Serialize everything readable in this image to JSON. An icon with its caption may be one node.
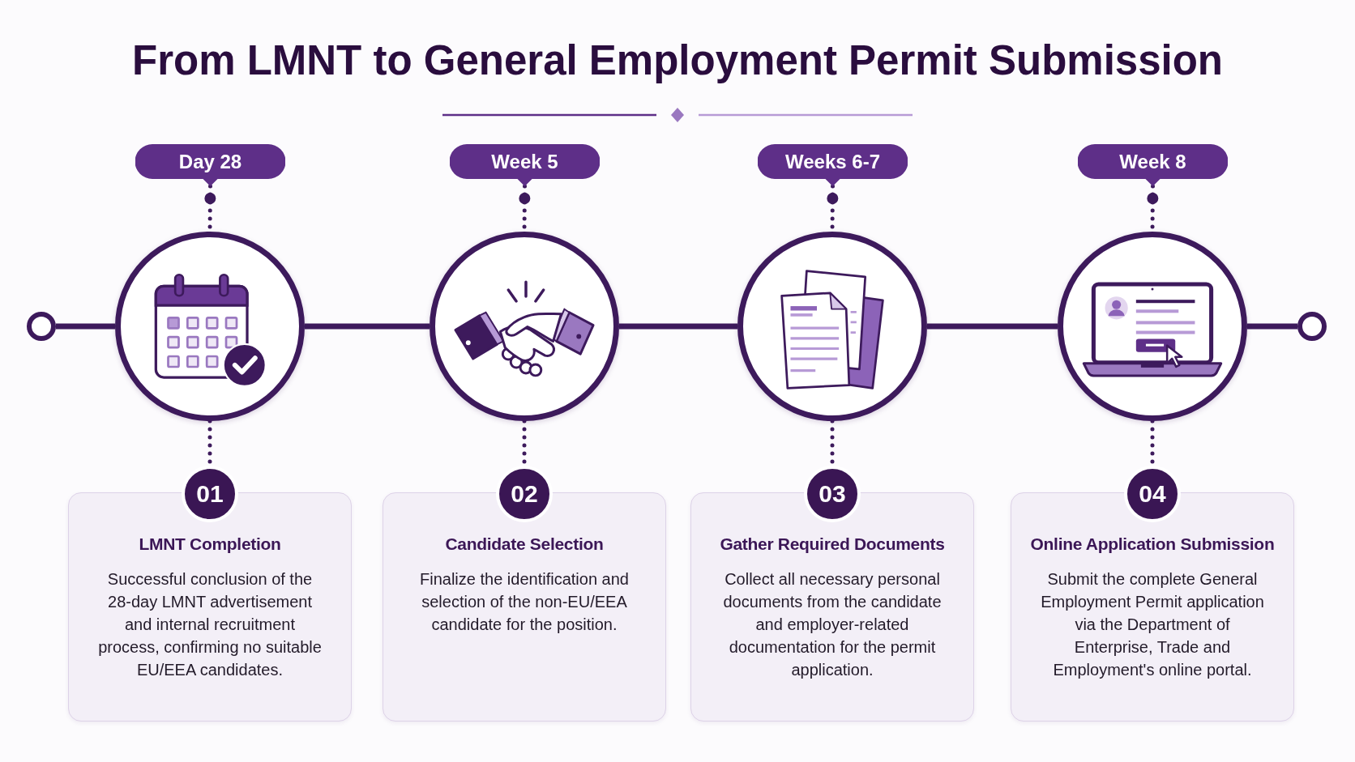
{
  "diagram": {
    "title": "From LMNT to General Employment Permit Submission",
    "nodes": [
      {
        "text": [],
        "shape": "circle"
      },
      {
        "text": [
          "Day 28"
        ]
      },
      {
        "text": [],
        "shape": "picture"
      },
      {
        "text": [
          "01"
        ]
      },
      {
        "text": [
          "LMNT Completion",
          "Successful conclusion of the 28-day LMNT advertisement and internal recruitment process, confirming no suitable EU/EEA candidates."
        ]
      },
      {
        "text": [
          "Week 5"
        ]
      },
      {
        "text": [],
        "shape": "picture"
      },
      {
        "text": [
          "02"
        ]
      },
      {
        "text": [
          "Candidate Selection",
          "Finalize the identification and selection of the non-EU/EEA candidate for the position."
        ]
      },
      {
        "text": [
          "Weeks 6-7"
        ]
      },
      {
        "text": [],
        "shape": "picture"
      },
      {
        "text": [
          "03"
        ]
      },
      {
        "text": [
          "Gather Required Documents",
          "Collect all necessary personal documents from the candidate and employer-related documentation for the permit application."
        ]
      },
      {
        "text": [
          "Week 8"
        ]
      },
      {
        "text": [],
        "shape": "picture"
      },
      {
        "text": [
          "04"
        ]
      },
      {
        "text": [
          "Online Application Submission",
          "Submit the complete General Employment Permit application via the Department of Enterprise, Trade and Employment's online portal."
        ]
      },
      {
        "text": [],
        "shape": "circle"
      }
    ],
    "edges": [
      {
        "from": 0,
        "to": 2,
        "arrow": "none"
      },
      {
        "from": 1,
        "to": 2,
        "arrow": "other",
        "style": "dashed"
      },
      {
        "from": 2,
        "to": 3,
        "arrow": "none",
        "style": "dashed"
      },
      {
        "from": 2,
        "to": 6,
        "arrow": "none"
      },
      {
        "from": 5,
        "to": 6,
        "arrow": "other",
        "style": "dashed"
      },
      {
        "from": 6,
        "to": 7,
        "arrow": "none",
        "style": "dashed"
      },
      {
        "from": 6,
        "to": 10,
        "arrow": "none"
      },
      {
        "from": 9,
        "to": 10,
        "arrow": "other",
        "style": "dashed"
      },
      {
        "from": 10,
        "to": 11,
        "arrow": "none",
        "style": "dashed"
      },
      {
        "from": 10,
        "to": 14,
        "arrow": "none"
      },
      {
        "from": 13,
        "to": 14,
        "arrow": "other",
        "style": "dashed"
      },
      {
        "from": 14,
        "to": 15,
        "arrow": "none",
        "style": "dashed"
      },
      {
        "from": 14,
        "to": 17,
        "arrow": "none"
      }
    ]
  }
}
